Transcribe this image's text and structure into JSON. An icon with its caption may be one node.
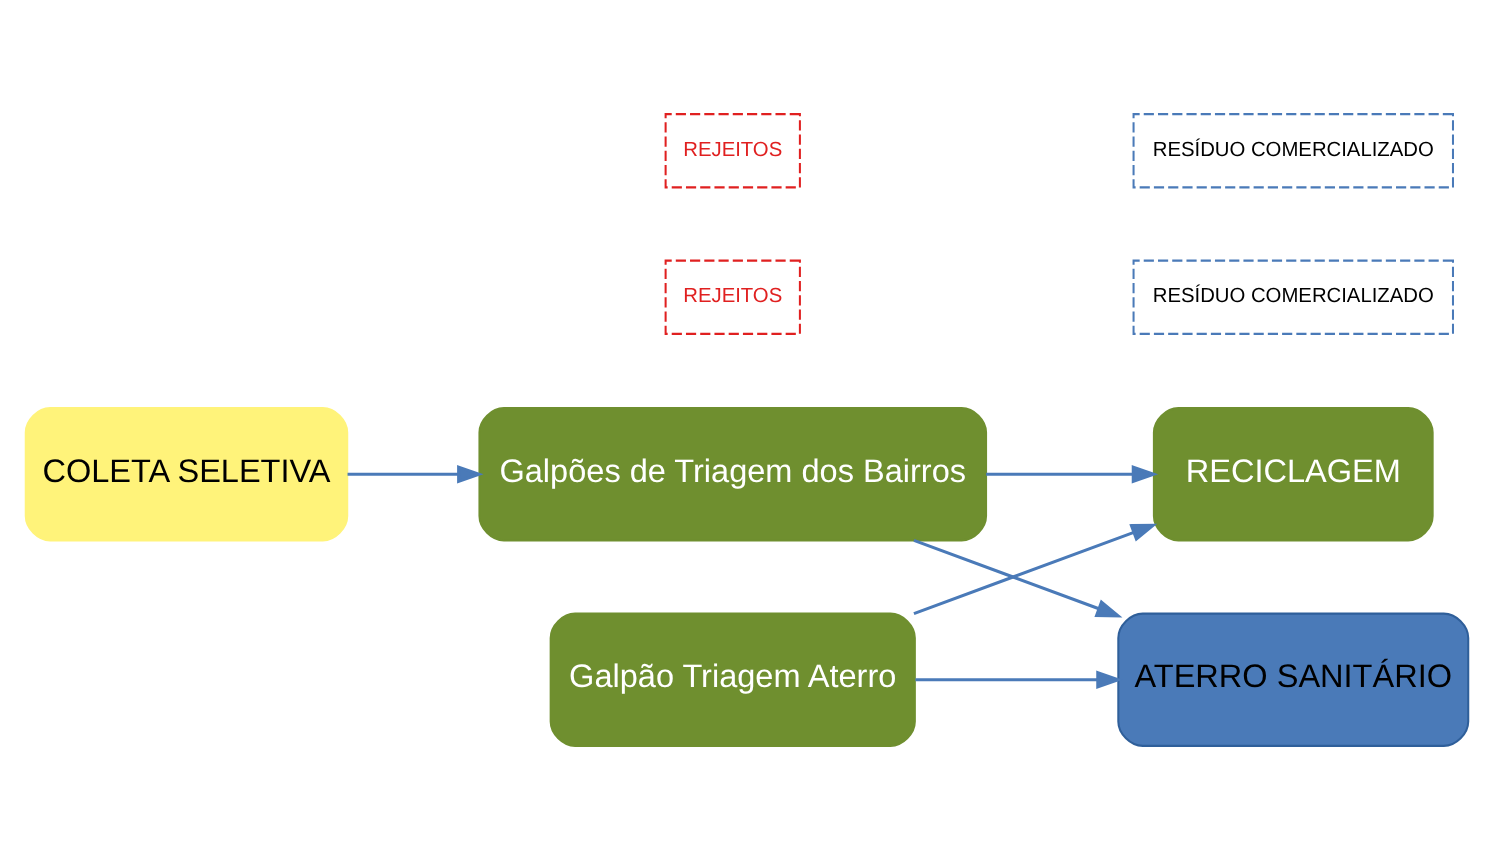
{
  "diagram": {
    "nodes": [
      {
        "text": [
          "COLETA SELETIVA"
        ]
      },
      {
        "text": [
          "Galpões de Triagem dos Bairros"
        ]
      },
      {
        "text": [
          "REJEITOS"
        ]
      },
      {
        "text": [
          "RESÍDUO COMERCIALIZADO"
        ]
      },
      {
        "text": [
          "RECICLAGEM"
        ]
      },
      {
        "text": [
          "ATERRO SANITÁRIO"
        ]
      },
      {
        "text": [
          "RESÍDUO COMERCIALIZADO"
        ]
      },
      {
        "text": [
          "Galpão Triagem Aterro"
        ]
      },
      {
        "text": [
          "REJEITOS"
        ]
      }
    ],
    "edges": [
      {
        "from": 0,
        "to": 1,
        "arrow": "to"
      },
      {
        "from": 1,
        "to": 4,
        "arrow": "to"
      },
      {
        "from": 1,
        "to": 5,
        "arrow": "to"
      },
      {
        "from": 7,
        "to": 4,
        "arrow": "to"
      },
      {
        "from": 7,
        "to": 5,
        "arrow": "to"
      }
    ]
  }
}
